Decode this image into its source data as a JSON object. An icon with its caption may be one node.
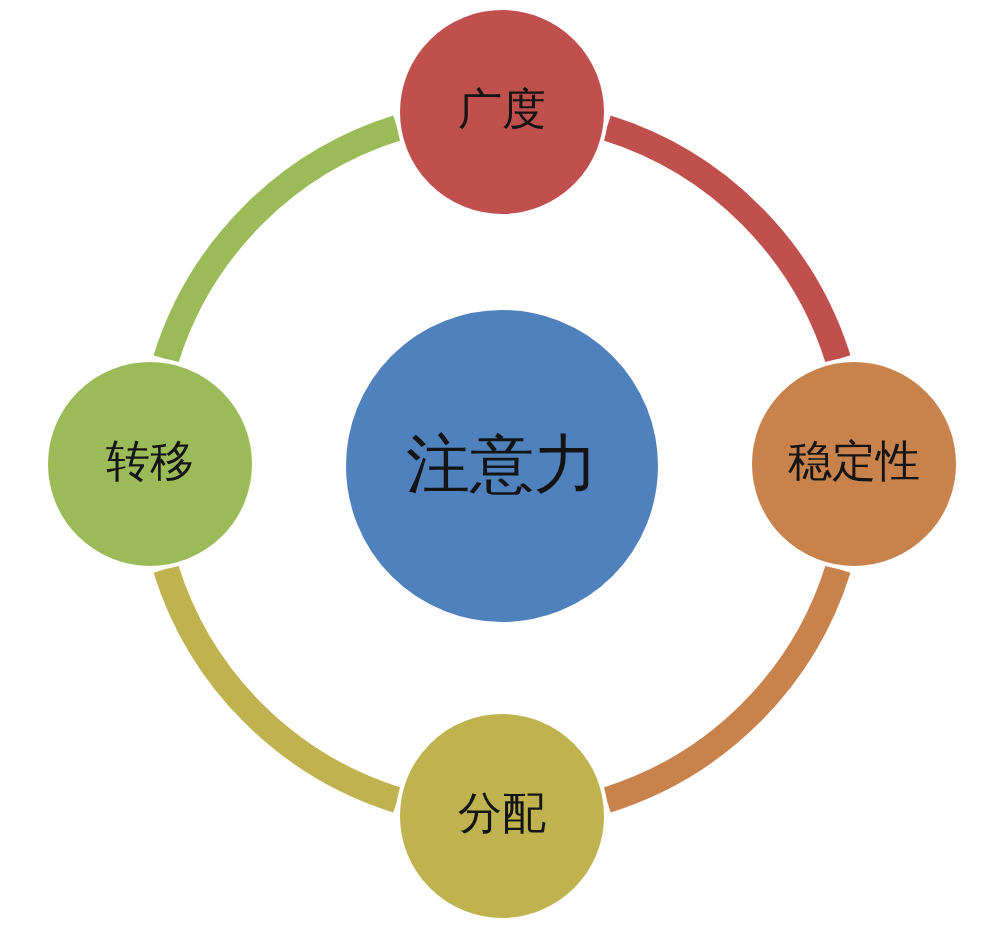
{
  "diagram": {
    "nodes": [
      {
        "text": [
          "广度"
        ]
      },
      {
        "text": [
          "转移"
        ]
      },
      {
        "text": [
          "注意力"
        ]
      },
      {
        "text": [
          "稳定性"
        ]
      },
      {
        "text": [
          "分配"
        ]
      }
    ],
    "edges": [
      {
        "from": 0,
        "to": 3,
        "arrow": "none",
        "color": "#c0504d"
      },
      {
        "from": 3,
        "to": 4,
        "arrow": "none",
        "color": "#c8834d"
      },
      {
        "from": 4,
        "to": 1,
        "arrow": "none",
        "color": "#bfb24f"
      },
      {
        "from": 1,
        "to": 0,
        "arrow": "none",
        "color": "#9bbb59"
      }
    ]
  }
}
